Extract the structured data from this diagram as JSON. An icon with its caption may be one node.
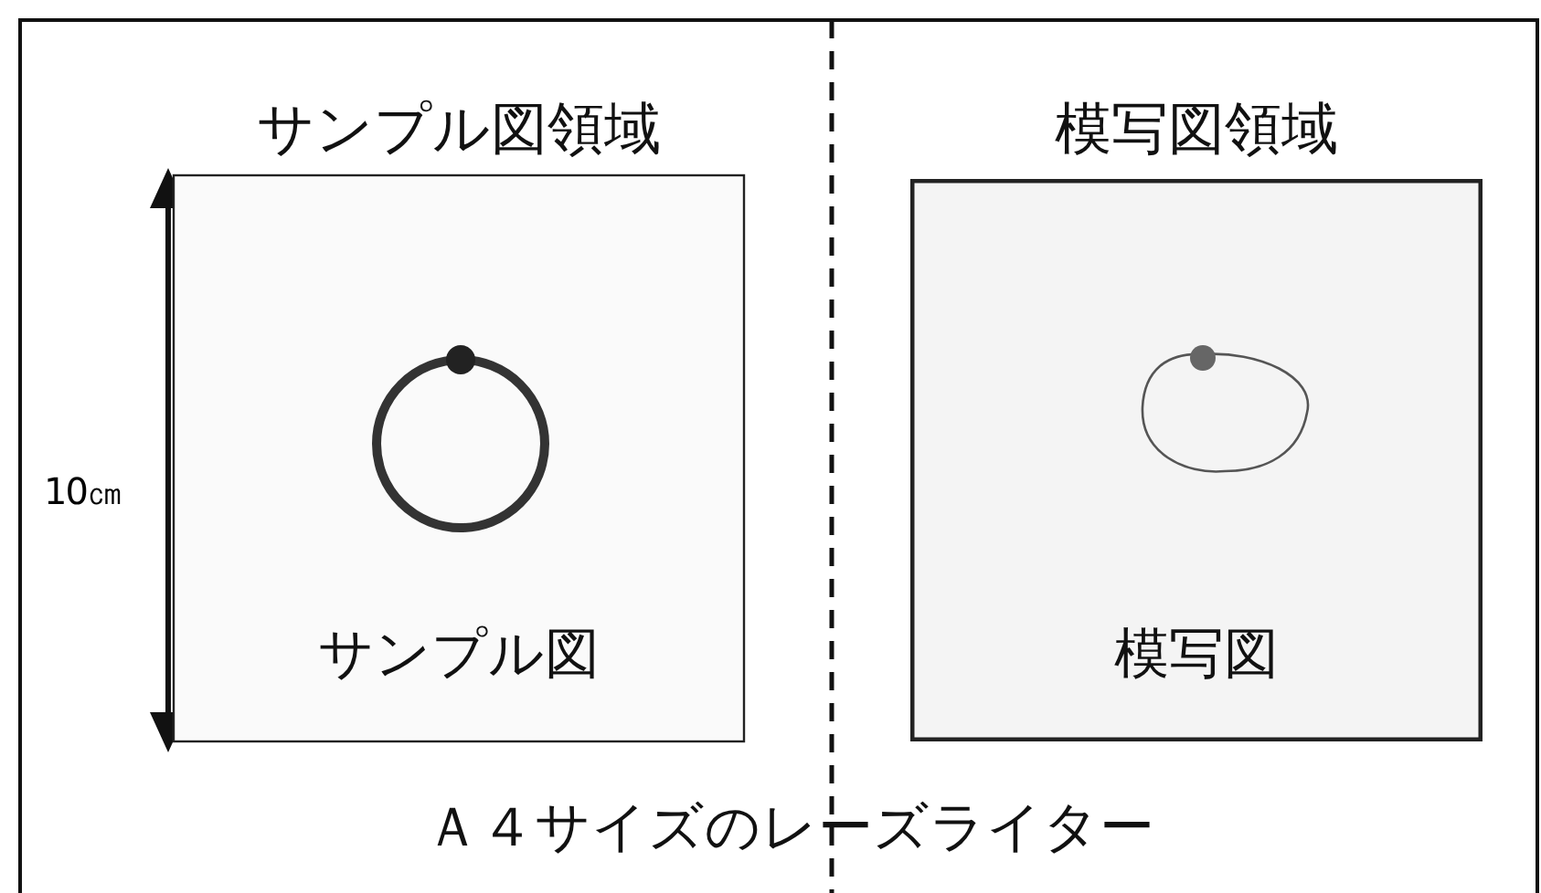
{
  "diagram": {
    "nodes": [
      {
        "text": [
          "Ａ４サイズのレーズライター"
        ]
      },
      {
        "text": [
          "サンプル図領域",
          "サンプル図"
        ],
        "in": 0
      },
      {
        "text": [
          "模写図領域",
          "模写図"
        ],
        "in": 0
      }
    ],
    "edges": [],
    "labels": [
      "10㎝"
    ]
  }
}
